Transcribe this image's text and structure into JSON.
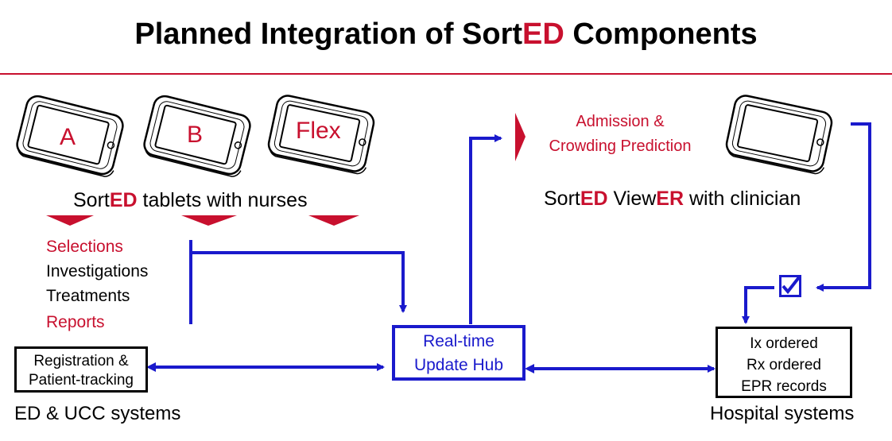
{
  "title": {
    "part1": "Planned Integration of Sort",
    "part2": "ED",
    "part3": " Components"
  },
  "tablets": [
    "A",
    "B",
    "Flex"
  ],
  "tablets_caption": {
    "p1": "Sort",
    "p2": "ED",
    "p3": " tablets with nurses"
  },
  "viewer_caption": {
    "p1": "Sort",
    "p2": "ED",
    "p3": " View",
    "p4": "ER",
    "p5": " with clinician"
  },
  "prediction": {
    "line1": "Admission &",
    "line2": "Crowding Prediction"
  },
  "nurse_outputs": [
    "Selections",
    "Investigations",
    "Treatments",
    "Reports"
  ],
  "registration_box": {
    "line1": "Registration &",
    "line2": "Patient-tracking"
  },
  "ed_systems_label": "ED & UCC systems",
  "hub": {
    "line1": "Real-time",
    "line2": "Update Hub"
  },
  "hospital_box": [
    "Ix ordered",
    "Rx ordered",
    "EPR records"
  ],
  "hospital_systems_label": "Hospital systems",
  "checkbox_icon": "checkbox-icon",
  "colors": {
    "accent_red": "#c8102e",
    "flow_blue": "#1a1acc",
    "text": "#000000"
  }
}
